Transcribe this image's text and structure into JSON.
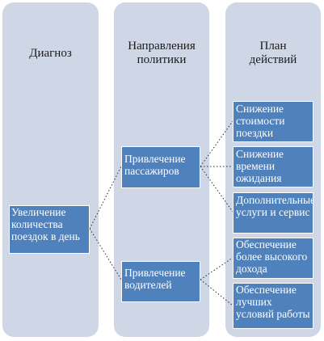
{
  "columns": [
    {
      "title": "Диагноз"
    },
    {
      "title": "Направления политики"
    },
    {
      "title": "План действий"
    }
  ],
  "diagnosis": {
    "label": "Увеличение количества поездок в день"
  },
  "policies": [
    {
      "label": "Привлечение пассажиров"
    },
    {
      "label": "Привлечение водителей"
    }
  ],
  "actions": [
    {
      "label": "Снижение стоимости поездки"
    },
    {
      "label": "Снижение времени ожидания"
    },
    {
      "label": "Дополнительные услуги и сервис"
    },
    {
      "label": "Обеспечение более высокого дохода"
    },
    {
      "label": "Обеспечение лучших условий работы"
    }
  ],
  "colors": {
    "column_bg": "#cfd7e7",
    "node_fill": "#4f81bd",
    "node_text": "#ffffff",
    "connector": "#2a2a2a"
  }
}
